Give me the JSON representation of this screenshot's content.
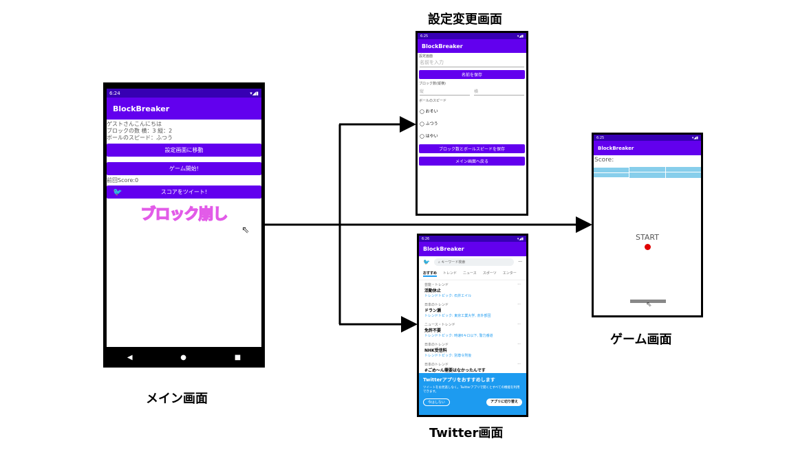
{
  "labels": {
    "settings": "設定変更画面",
    "main": "メイン画面",
    "twitter": "Twitter画面",
    "game": "ゲーム画面"
  },
  "main": {
    "time": "6:24",
    "title": "BlockBreaker",
    "greeting": "ゲストさんこんにちは",
    "blocks": "ブロックの数 横：3 縦：2",
    "speed": "ボールのスピード：ふつう",
    "settings_btn": "設定画面に移動",
    "start_btn": "ゲーム開始!",
    "last_score": "前回Score:0",
    "tweet_btn": "スコアをツイート!",
    "logo": "ブロック崩し"
  },
  "settings": {
    "time": "6:25",
    "title": "BlockBreaker",
    "section_name": "設定画面",
    "name_placeholder": "名前を入力",
    "save_name": "名前を保存",
    "blocks_label": "ブロック数(縦横)",
    "rows_placeholder": "縦",
    "cols_placeholder": "横",
    "speed_label": "ボールのスピード",
    "options": [
      "おそい",
      "ふつう",
      "はやい"
    ],
    "save_settings": "ブロック数とボールスピードを保存",
    "back": "メイン画面へ戻る"
  },
  "twitter": {
    "time": "6:26",
    "title": "BlockBreaker",
    "search": "キーワード検索",
    "tabs": [
      "おすすめ",
      "トレンド",
      "ニュース",
      "スポーツ",
      "エンター"
    ],
    "trends": [
      {
        "cat": "芸能・トレンド",
        "name": "活動休止",
        "topics": "トレンドトピック: 石井エイル"
      },
      {
        "cat": "日本のトレンド",
        "name": "ドラン瀬",
        "topics": "トレンドトピック: 東京工業大学, 赤外部団"
      },
      {
        "cat": "ニュース・トレンド",
        "name": "免許不要",
        "topics": "トレンドトピック: 時速6キロ以下, 警力番道"
      },
      {
        "cat": "日本のトレンド",
        "name": "NHK受信料",
        "topics": "トレンドトピック: 別尊令刑後"
      },
      {
        "cat": "日本のトレンド",
        "name": "#ごめ〜ん需要はなかったんです",
        "topics": ""
      }
    ],
    "promo_title": "Twitterアプリをおすすめします",
    "promo_text": "ツイートをお見逃しなく。Twitterアプリで開くとすべての機能を利用できます。",
    "not_now": "今はしない",
    "switch_app": "アプリに切り替え"
  },
  "game": {
    "time": "6:25",
    "title": "BlockBreaker",
    "score_label": "Score:",
    "start": "START"
  },
  "colors": {
    "primary": "#6200ee",
    "status": "#3700b3",
    "twitter": "#1d9bf0",
    "block": "#87ceeb",
    "ball": "#e00000"
  }
}
